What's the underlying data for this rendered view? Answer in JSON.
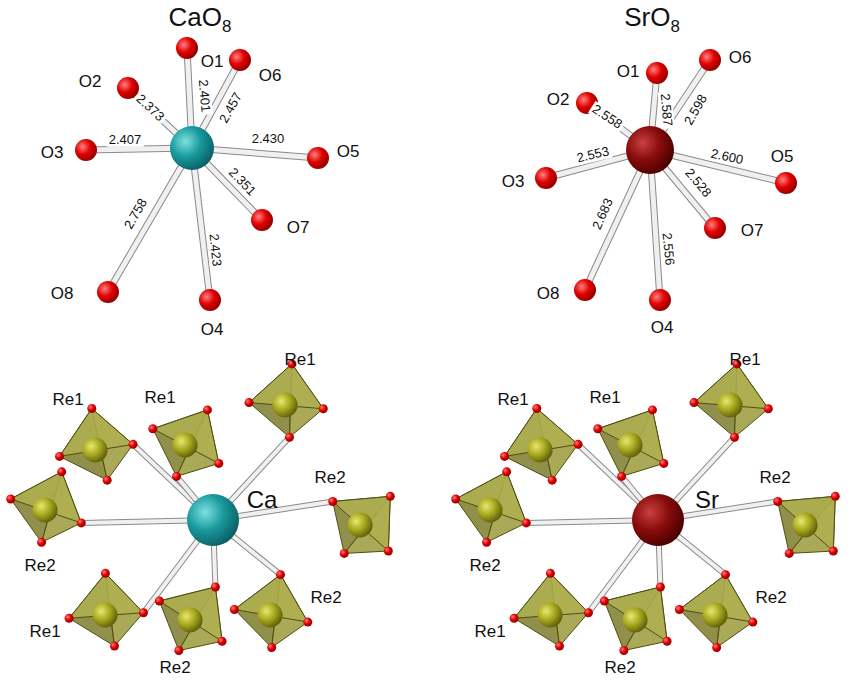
{
  "diagram": {
    "labels": [
      "CaO8",
      "SrO8",
      "O1",
      "2.401",
      "O2",
      "2.373",
      "O6",
      "2.457",
      "O3",
      "2.407",
      "O5",
      "2.430",
      "O7",
      "2.351",
      "O8",
      "2.758",
      "O4",
      "2.423",
      "O1",
      "2.587",
      "O2",
      "2.558",
      "O6",
      "2.598",
      "O3",
      "2.553",
      "O5",
      "2.600",
      "O7",
      "2.528",
      "O8",
      "2.683",
      "O4",
      "2.556",
      "Ca",
      "Re1",
      "Re1",
      "Re1",
      "Re2",
      "Re2",
      "Re1",
      "Re2",
      "Re2",
      "Sr",
      "Re1",
      "Re1",
      "Re1",
      "Re2",
      "Re2",
      "Re1",
      "Re2",
      "Re2"
    ]
  }
}
